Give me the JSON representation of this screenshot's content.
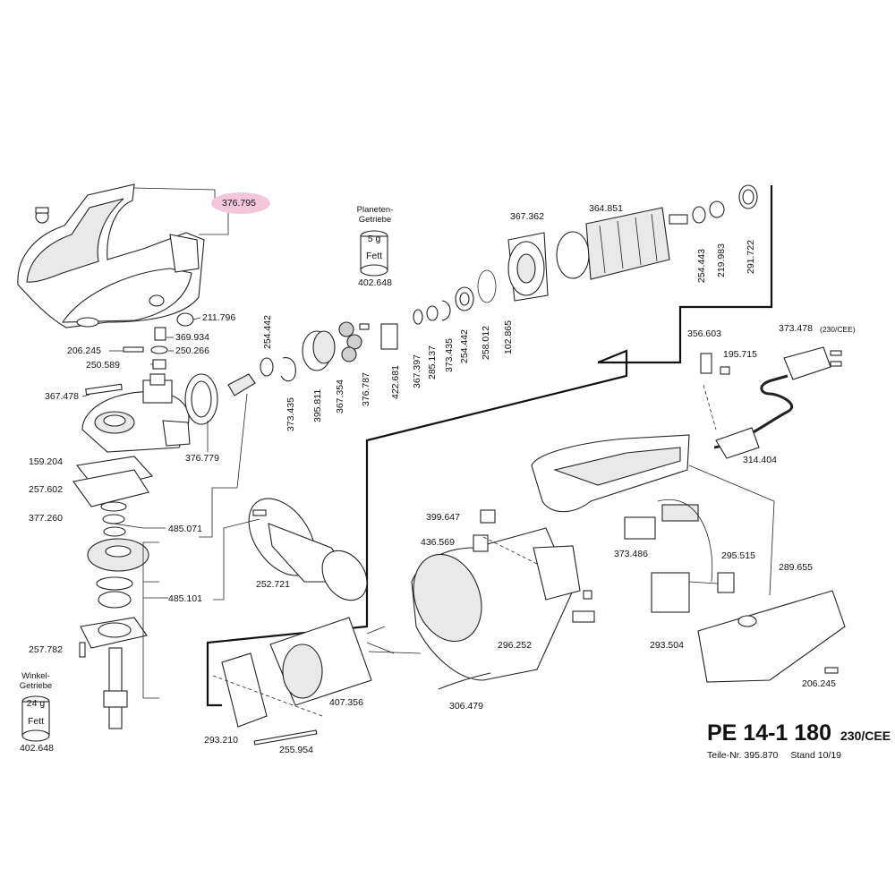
{
  "title": {
    "model": "PE 14-1 180",
    "voltage": "230/CEE",
    "part_number": "Teile-Nr. 395.870",
    "stand": "Stand 10/19"
  },
  "highlight_part": "376.795",
  "grease_boxes": {
    "planetary": {
      "caption_line1": "Planeten-",
      "caption_line2": "Getriebe",
      "amount": "5 g",
      "content": "Fett",
      "part": "402.648"
    },
    "angle": {
      "caption_line1": "Winkel-",
      "caption_line2": "Getriebe",
      "amount": "24 g",
      "content": "Fett",
      "part": "402.648"
    }
  },
  "parts": {
    "p376795": "376.795",
    "p211796": "211.796",
    "p369934": "369.934",
    "p206245a": "206.245",
    "p250266": "250.266",
    "p250589": "250.589",
    "p367478": "367.478",
    "p159204": "159.204",
    "p257602": "257.602",
    "p376779": "376.779",
    "p377260": "377.260",
    "p485071": "485.071",
    "p485101": "485.101",
    "p257782": "257.782",
    "p254442a": "254.442",
    "p373435a": "373.435",
    "p395811": "395.811",
    "p367354": "367.354",
    "p376787": "376.787",
    "p422681": "422.681",
    "p367397": "367.397",
    "p285137": "285.137",
    "p373435b": "373.435",
    "p254442b": "254.442",
    "p258012": "258.012",
    "p102865": "102.865",
    "p367362": "367.362",
    "p364851": "364.851",
    "p254443": "254.443",
    "p219983": "219.983",
    "p291722": "291.722",
    "p356603": "356.603",
    "p195715": "195.715",
    "p373478": "373.478",
    "p373478_note": "(230/CEE)",
    "p314404": "314.404",
    "p399647": "399.647",
    "p436569": "436.569",
    "p252721": "252.721",
    "p373486": "373.486",
    "p295515": "295.515",
    "p289655": "289.655",
    "p296252": "296.252",
    "p293504": "293.504",
    "p206245b": "206.245",
    "p306479": "306.479",
    "p407356": "407.356",
    "p293210": "293.210",
    "p255954": "255.954"
  }
}
